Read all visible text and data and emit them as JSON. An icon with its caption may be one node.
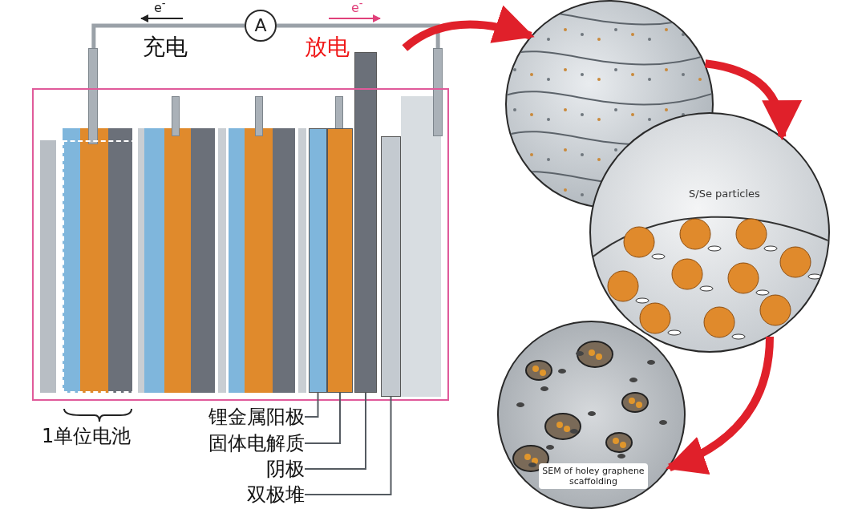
{
  "diagram": {
    "nodes": [
      {
        "text": [],
        "shape": "picture"
      },
      {
        "text": [],
        "shape": "picture"
      },
      {
        "text": [
          "S/Se particles"
        ]
      },
      {
        "text": [
          "SEM of holey graphene scaffolding"
        ]
      },
      {
        "text": [
          "A"
        ]
      },
      {
        "text": [
          "锂金属阳极"
        ]
      },
      {
        "text": [
          "固体电解质"
        ]
      },
      {
        "text": [
          "阴极"
        ]
      },
      {
        "text": [
          "双极堆"
        ]
      },
      {
        "text": [],
        "shape": "bar",
        "in": 0
      },
      {
        "text": [],
        "shape": "bar",
        "in": 0
      },
      {
        "text": [],
        "shape": "bar",
        "in": 0
      },
      {
        "text": [],
        "shape": "bar",
        "in": 0
      }
    ],
    "edges": [
      {
        "from": 0,
        "to": 4,
        "arrow": "none"
      },
      {
        "from": 4,
        "to": 0,
        "arrow": "none"
      },
      {
        "from": 0,
        "to": 1,
        "arrow": "to",
        "style": "thick",
        "color": "#e0202a"
      },
      {
        "from": 1,
        "to": 2,
        "arrow": "to",
        "style": "thick",
        "color": "#e0202a"
      },
      {
        "from": 2,
        "to": 3,
        "arrow": "to",
        "style": "thick",
        "color": "#e0202a"
      },
      {
        "from": 5,
        "to": 9,
        "arrow": "none"
      },
      {
        "from": 6,
        "to": 10,
        "arrow": "none"
      },
      {
        "from": 7,
        "to": 11,
        "arrow": "none"
      },
      {
        "from": 8,
        "to": 12,
        "arrow": "none"
      }
    ],
    "labels": [
      "e$^{-}$",
      "e$^{-}$",
      "充电",
      "放电",
      "1单位电池"
    ]
  }
}
